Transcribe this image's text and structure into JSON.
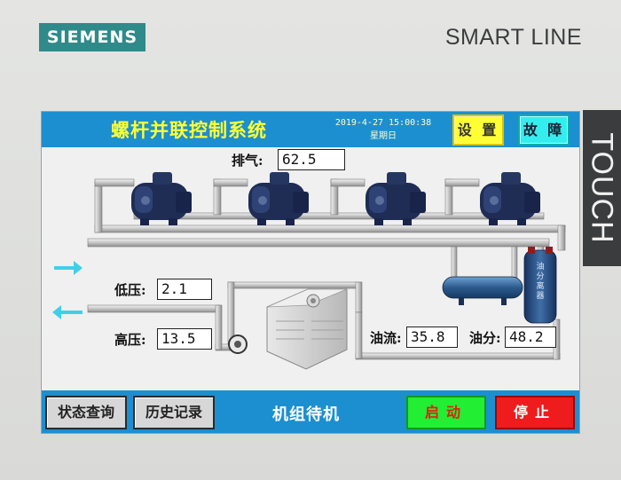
{
  "device": {
    "brand": "SIEMENS",
    "model": "SMART LINE",
    "badge": "TOUCH"
  },
  "header": {
    "title": "螺杆并联控制系统",
    "date": "2019-4-27 15:00:38",
    "weekday": "星期日",
    "settings_label": "设 置",
    "fault_label": "故 障"
  },
  "readings": {
    "discharge": {
      "label": "排气:",
      "value": "62.5"
    },
    "low_pressure": {
      "label": "低压:",
      "value": "2.1"
    },
    "high_pressure": {
      "label": "高压:",
      "value": "13.5"
    },
    "oil_flow": {
      "label": "油流:",
      "value": "35.8"
    },
    "oil_separator": {
      "label": "油分:",
      "value": "48.2"
    }
  },
  "separator_tank_text": "油分离器",
  "footer": {
    "status_query_label": "状态查询",
    "history_label": "历史记录",
    "unit_status": "机组待机",
    "start_label": "启动",
    "stop_label": "停止"
  },
  "colors": {
    "header_bg": "#1c8fd0",
    "title": "#ffff33",
    "settings_btn": "#ffff33",
    "fault_btn": "#33eeee",
    "start_btn": "#22ee33",
    "stop_btn": "#ee1c1c",
    "flow_arrow": "#3fd0e8",
    "pipe": "#c9c9c9",
    "compressor": "#1f2d55",
    "receiver_tank": "#2c5a8c",
    "separator_tank": "#25457a"
  },
  "icons": [
    "compressor-icon",
    "condenser-icon",
    "liquid-receiver-icon",
    "oil-separator-icon",
    "pump-icon",
    "flow-arrow-in-icon",
    "flow-arrow-out-icon"
  ]
}
